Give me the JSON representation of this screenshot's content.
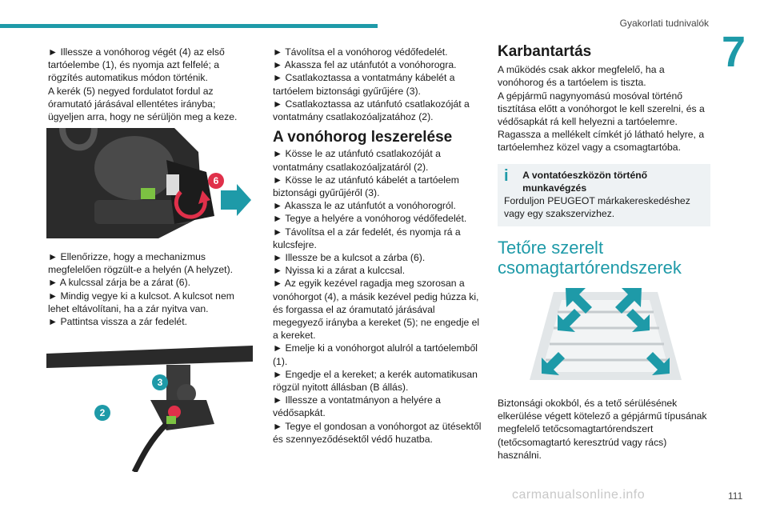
{
  "header": {
    "title": "Gyakorlati tudnivalók",
    "chapter": "7"
  },
  "col1": {
    "p1": "► Illessze a vonóhorog végét (4) az első tartóelembe (1), és nyomja azt felfelé; a rögzítés automatikus módon történik.",
    "p2": "A kerék (5) negyed fordulatot fordul az óramutató járásával ellentétes irányba; ügyeljen arra, hogy ne sérüljön meg a keze.",
    "fig1_label": "6",
    "p3": "► Ellenőrizze, hogy a mechanizmus megfelelően rögzült-e a helyén (A helyzet).",
    "p4": "► A kulcssal zárja be a zárat (6).",
    "p5": "► Mindig vegye ki a kulcsot. A kulcsot nem lehet eltávolítani, ha a zár nyitva van.",
    "p6": "► Pattintsa vissza a zár fedelét.",
    "fig2_label_a": "3",
    "fig2_label_b": "2"
  },
  "col2": {
    "p1": "► Távolítsa el a vonóhorog védőfedelét.",
    "p2": "► Akassza fel az utánfutót a vonóhorogra.",
    "p3": "► Csatlakoztassa a vontatmány kábelét a tartóelem biztonsági gyűrűjére (3).",
    "p4": "► Csatlakoztassa az utánfutó csatlakozóját a vontatmány csatlakozóaljzatához (2).",
    "heading": "A vonóhorog leszerelése",
    "p5": "► Kösse le az utánfutó csatlakozóját a vontatmány csatlakozóaljzatáról (2).",
    "p6": "► Kösse le az utánfutó kábelét a tartóelem biztonsági gyűrűjéről (3).",
    "p7": "► Akassza le az utánfutót a vonóhorogról.",
    "p8": "► Tegye a helyére a vonóhorog védőfedelét.",
    "p9": "► Távolítsa el a zár fedelét, és nyomja rá a kulcsfejre.",
    "p10": "► Illessze be a kulcsot a zárba (6).",
    "p11": "► Nyissa ki a zárat a kulccsal.",
    "p12": "► Az egyik kezével ragadja meg szorosan a vonóhorgot (4), a másik kezével pedig húzza ki, és forgassa el az óramutató járásával megegyező irányba a kereket (5); ne engedje el a kereket.",
    "p13": "► Emelje ki a vonóhorgot alulról a tartóelemből (1).",
    "p14": "► Engedje el a kereket; a kerék automatikusan rögzül nyitott állásban (B állás).",
    "p15": "► Illessze a vontatmányon a helyére a védősapkát.",
    "p16": "► Tegye el gondosan a vonóhorgot az ütésektől és szennyeződésektől védő huzatba."
  },
  "col3": {
    "heading": "Karbantartás",
    "p1": "A működés csak akkor megfelelő, ha a vonóhorog és a tartóelem is tiszta.",
    "p2": "A gépjármű nagynyomású mosóval történő tisztítása előtt a vonóhorgot le kell szerelni, és a védősapkát rá kell helyezni a tartóelemre.",
    "p3": "Ragassza a mellékelt címkét jó látható helyre, a tartóelemhez közel vagy a csomagtartóba.",
    "info_icon": "i",
    "info_title": "A vontatóeszközön történő munkavégzés",
    "info_body": "Forduljon PEUGEOT márkakereskedéshez vagy egy szakszervizhez.",
    "heading2": "Tetőre szerelt csomagtartórendszerek",
    "p4": "Biztonsági okokból, és a tető sérülésének elkerülése végett kötelező a gépjármű típusának megfelelő tetőcsomagtartórendszert (tetőcsomagtartó keresztrúd vagy rács) használni."
  },
  "footer": {
    "page": "111",
    "watermark": "carmanualsonline.info"
  },
  "colors": {
    "accent": "#1e9aa8",
    "marker_red": "#e0304a",
    "info_bg": "#eef2f4"
  }
}
